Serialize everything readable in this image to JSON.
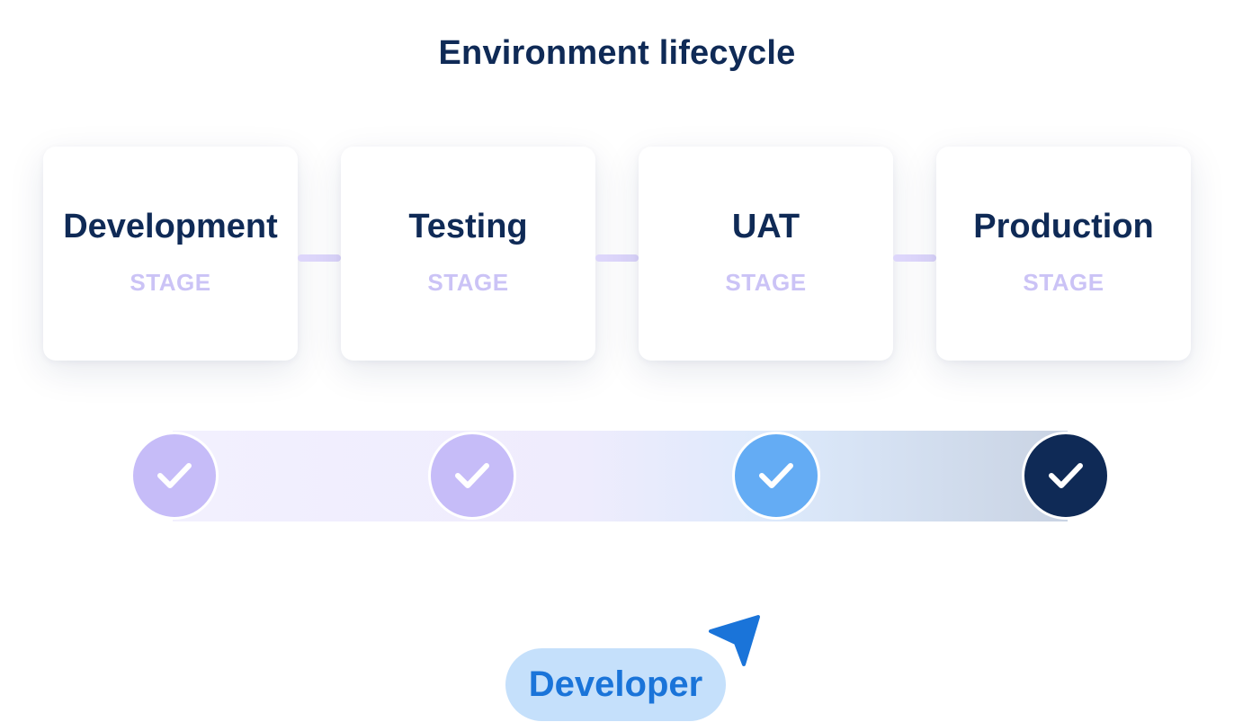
{
  "title": "Environment lifecycle",
  "stages": [
    {
      "name": "Development",
      "sub": "STAGE"
    },
    {
      "name": "Testing",
      "sub": "STAGE"
    },
    {
      "name": "UAT",
      "sub": "STAGE"
    },
    {
      "name": "Production",
      "sub": "STAGE"
    }
  ],
  "checks": [
    {
      "icon": "check-icon",
      "color": "#c6bcf8"
    },
    {
      "icon": "check-icon",
      "color": "#c6bcf8"
    },
    {
      "icon": "check-icon",
      "color": "#64acf4"
    },
    {
      "icon": "check-icon",
      "color": "#0f2a56"
    }
  ],
  "developer_label": "Developer",
  "cursor_icon": "cursor-arrow-icon",
  "colors": {
    "heading": "#0f2a56",
    "stage_sub": "#cbc3f6",
    "pill_bg": "#c5e0fb",
    "pill_text": "#1a74d9",
    "cursor": "#1a74d9"
  }
}
